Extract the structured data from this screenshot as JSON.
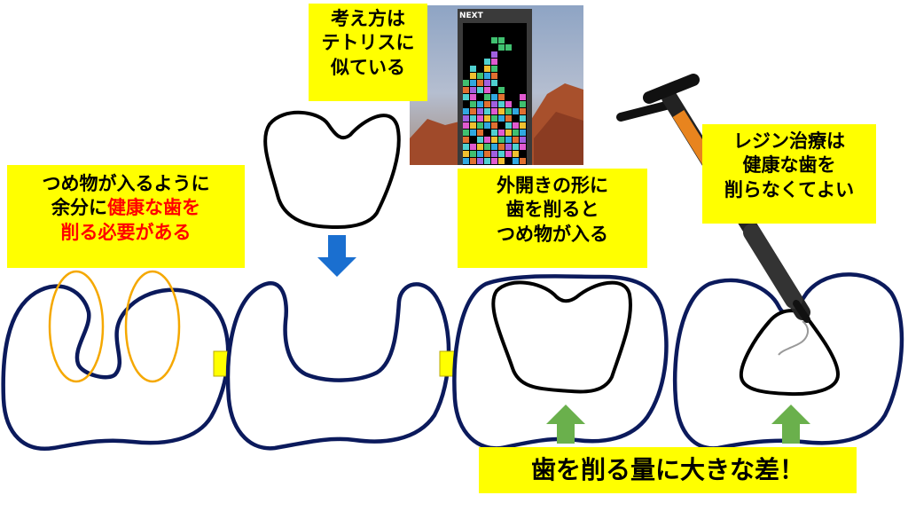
{
  "notes": {
    "tetris": {
      "lines": [
        "考え方は",
        "テトリスに",
        "似ている"
      ]
    },
    "left": {
      "line1": "つめ物が入るように",
      "line2_prefix": "余分に",
      "line2_highlight": "健康な歯を",
      "line3_highlight": "削る必要がある"
    },
    "middle": {
      "lines": [
        "外開きの形に",
        "歯を削ると",
        "つめ物が入る"
      ]
    },
    "resin": {
      "lines": [
        "レジン治療は",
        "健康な歯を",
        "削らなくてよい"
      ]
    },
    "bottom": {
      "text": "歯を削る量に大きな差！"
    }
  },
  "tetris_image": {
    "label": "NEXT"
  },
  "colors": {
    "note_background": "#ffff00",
    "highlight_text": "#ff0000",
    "tooth_outline": "#0b1a5c",
    "filling_outline": "#000000",
    "guide_ellipse": "#f5a800",
    "yellow_arrow": "#ffff00",
    "blue_arrow": "#1a6fd0",
    "green_arrow": "#6ab04c"
  }
}
